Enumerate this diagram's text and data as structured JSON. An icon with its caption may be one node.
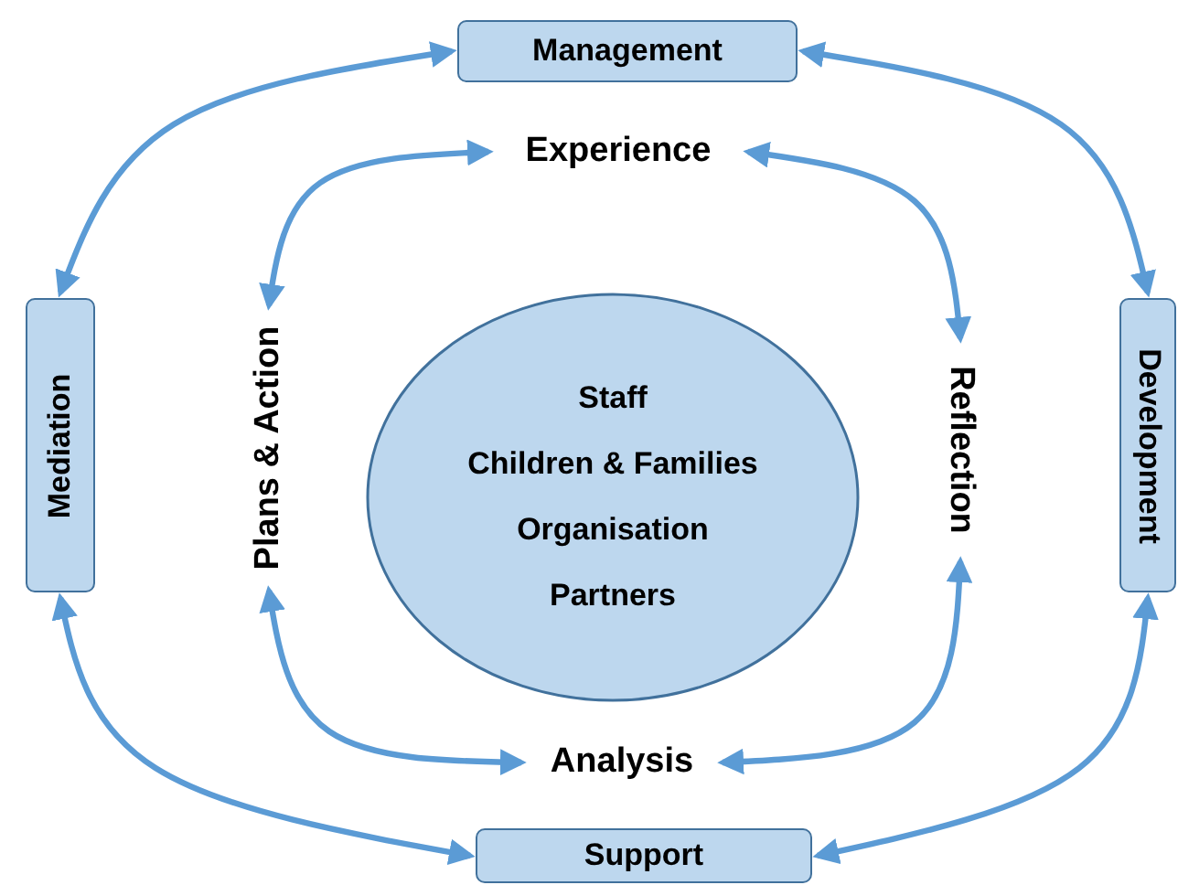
{
  "diagram": {
    "nodes": [
      {
        "text": [
          "Management"
        ]
      },
      {
        "text": [
          "Experience"
        ]
      },
      {
        "text": [
          "Mediation"
        ]
      },
      {
        "text": [
          "Plans & Action"
        ]
      },
      {
        "text": [
          "Staff",
          "Children & Families",
          "Organisation",
          "Partners"
        ]
      },
      {
        "text": [
          "Reflection"
        ]
      },
      {
        "text": [
          "Development"
        ]
      },
      {
        "text": [
          "Analysis"
        ]
      },
      {
        "text": [
          "Support"
        ]
      }
    ],
    "edges": [
      {
        "from": 0,
        "to": 2,
        "arrow": "both"
      },
      {
        "from": 0,
        "to": 6,
        "arrow": "both"
      },
      {
        "from": 2,
        "to": 8,
        "arrow": "both"
      },
      {
        "from": 6,
        "to": 8,
        "arrow": "both"
      },
      {
        "from": 1,
        "to": 3,
        "arrow": "both"
      },
      {
        "from": 1,
        "to": 5,
        "arrow": "both"
      },
      {
        "from": 3,
        "to": 7,
        "arrow": "both"
      },
      {
        "from": 7,
        "to": 5,
        "arrow": "both"
      }
    ]
  }
}
